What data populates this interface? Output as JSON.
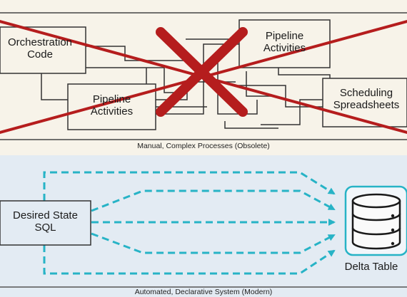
{
  "top_panel": {
    "boxes": {
      "orchestration": [
        "Orchestration",
        "Code"
      ],
      "pipeline_left": [
        "Pipeline",
        "Activities"
      ],
      "pipeline_right": [
        "Pipeline",
        "Activities"
      ],
      "scheduling": [
        "Scheduling",
        "Spreadsheets"
      ]
    },
    "caption": "Manual, Complex Processes (Obsolete)",
    "cross_color": "#b51d1d"
  },
  "bottom_panel": {
    "source_box": [
      "Desired State",
      "SQL"
    ],
    "target_label": "Delta Table",
    "caption": "Automated, Declarative System (Modern)",
    "arrow_color": "#27b3c6"
  }
}
